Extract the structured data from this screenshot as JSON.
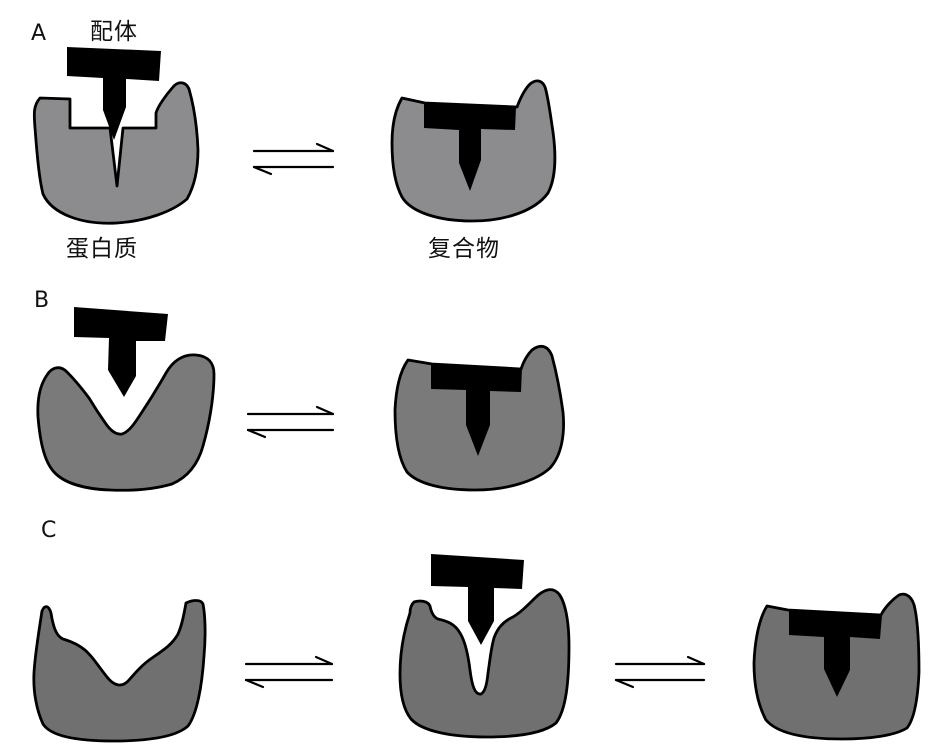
{
  "panels": {
    "a": {
      "label": "A",
      "ligand_label": "配体",
      "protein_label": "蛋白质",
      "complex_label": "复合物"
    },
    "b": {
      "label": "B"
    },
    "c": {
      "label": "C"
    }
  },
  "colors": {
    "protein_a": "#8c8b8d",
    "protein_b": "#7a7a7a",
    "protein_c": "#6f706f",
    "ligand": "#000000",
    "outline": "#000000",
    "background": "#ffffff"
  }
}
